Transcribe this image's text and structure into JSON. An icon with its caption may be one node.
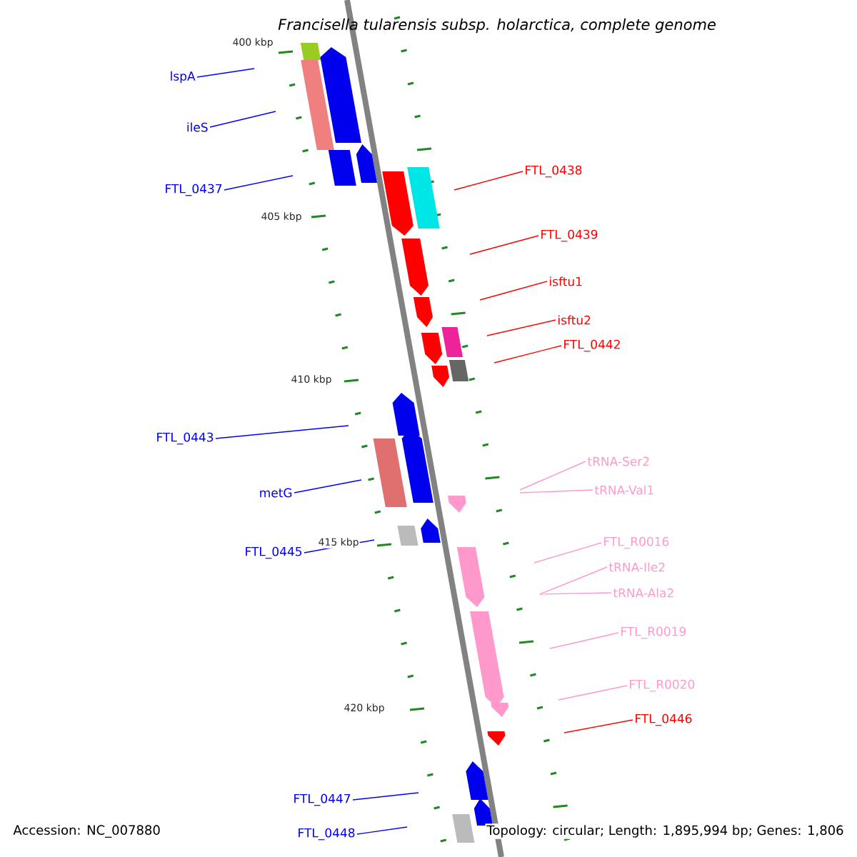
{
  "diagram": {
    "title": "Francisella tularensis subsp. holarctica, complete genome",
    "nodes": [
      {
        "text": [
          "lspA"
        ]
      },
      {
        "text": [
          "ileS"
        ]
      },
      {
        "text": [
          "FTL_0437"
        ]
      },
      {
        "text": [
          "FTL_0438"
        ]
      },
      {
        "text": [
          "FTL_0439"
        ]
      },
      {
        "text": [
          "isftu1"
        ]
      },
      {
        "text": [
          "isftu2"
        ]
      },
      {
        "text": [
          "FTL_0442"
        ]
      },
      {
        "text": [
          "FTL_0443"
        ]
      },
      {
        "text": [
          "metG"
        ]
      },
      {
        "text": [
          "FTL_0445"
        ]
      },
      {
        "text": [
          "tRNA-Ser2"
        ]
      },
      {
        "text": [
          "tRNA-Val1"
        ]
      },
      {
        "text": [
          "FTL_R0016"
        ]
      },
      {
        "text": [
          "tRNA-Ile2"
        ]
      },
      {
        "text": [
          "tRNA-Ala2"
        ]
      },
      {
        "text": [
          "FTL_R0019"
        ]
      },
      {
        "text": [
          "FTL_R0020"
        ]
      },
      {
        "text": [
          "FTL_0446"
        ]
      },
      {
        "text": [
          "FTL_0447"
        ]
      },
      {
        "text": [
          "FTL_0448"
        ]
      }
    ],
    "edges": [
      {
        "from": 0,
        "to": null,
        "arrow": "none"
      },
      {
        "from": 1,
        "to": null,
        "arrow": "none"
      },
      {
        "from": 2,
        "to": null,
        "arrow": "none"
      },
      {
        "from": 3,
        "to": null,
        "arrow": "none",
        "color": "#ff0000"
      },
      {
        "from": 4,
        "to": null,
        "arrow": "none",
        "color": "#ff0000"
      },
      {
        "from": 5,
        "to": null,
        "arrow": "none",
        "color": "#ff0000"
      },
      {
        "from": 6,
        "to": null,
        "arrow": "none",
        "color": "#ff0000"
      },
      {
        "from": 7,
        "to": null,
        "arrow": "none",
        "color": "#ff0000"
      },
      {
        "from": 8,
        "to": null,
        "arrow": "none"
      },
      {
        "from": 9,
        "to": null,
        "arrow": "none"
      },
      {
        "from": 10,
        "to": null,
        "arrow": "none"
      },
      {
        "from": 11,
        "to": null,
        "arrow": "none",
        "color": "#ff99cc"
      },
      {
        "from": 12,
        "to": null,
        "arrow": "none",
        "color": "#ff99cc"
      },
      {
        "from": 13,
        "to": null,
        "arrow": "none",
        "color": "#ff99cc"
      },
      {
        "from": 14,
        "to": null,
        "arrow": "none",
        "color": "#ff99cc"
      },
      {
        "from": 15,
        "to": null,
        "arrow": "none",
        "color": "#ff99cc"
      },
      {
        "from": 16,
        "to": null,
        "arrow": "none",
        "color": "#ff99cc"
      },
      {
        "from": 17,
        "to": null,
        "arrow": "none",
        "color": "#ff99cc"
      },
      {
        "from": 18,
        "to": null,
        "arrow": "none",
        "color": "#ff0000"
      },
      {
        "from": 19,
        "to": null,
        "arrow": "none"
      },
      {
        "from": 20,
        "to": null,
        "arrow": "none"
      }
    ],
    "labels": [
      "400 kbp",
      "405 kbp",
      "410 kbp",
      "415 kbp",
      "420 kbp",
      "Accession: NC_007880",
      "Topology: circular; Length: 1,895,994 bp; Genes: 1,806"
    ]
  }
}
